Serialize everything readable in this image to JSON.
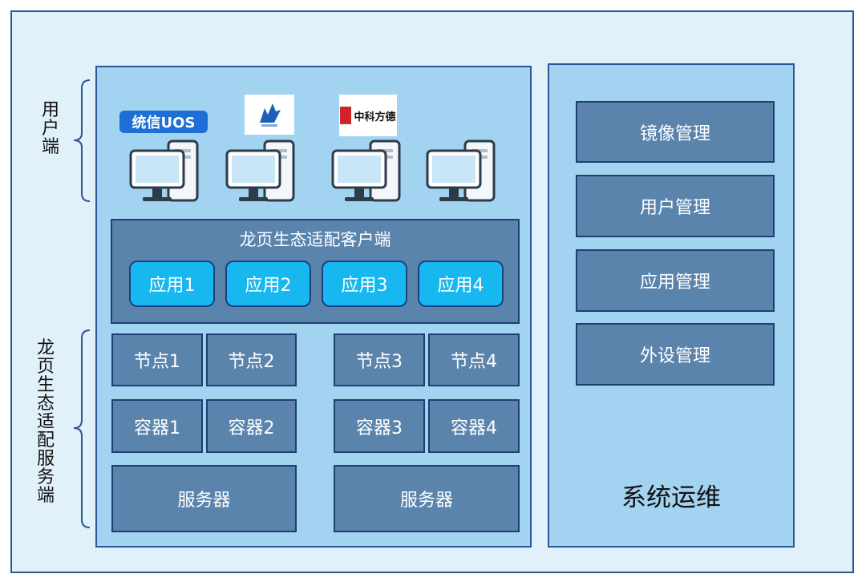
{
  "side_labels": {
    "user_side": "用户端",
    "server_side": "龙页生态适配服务端"
  },
  "logos": {
    "uos": "统信UOS",
    "zk": "中科方德"
  },
  "client": {
    "title": "龙页生态适配客户端",
    "apps": [
      "应用1",
      "应用2",
      "应用3",
      "应用4"
    ]
  },
  "nodes": [
    "节点1",
    "节点2",
    "节点3",
    "节点4"
  ],
  "containers": [
    "容器1",
    "容器2",
    "容器3",
    "容器4"
  ],
  "servers": [
    "服务器",
    "服务器"
  ],
  "ops": {
    "items": [
      "镜像管理",
      "用户管理",
      "应用管理",
      "外设管理"
    ],
    "label": "系统运维"
  },
  "colors": {
    "outer_bg": "#e0f1fa",
    "panel_bg": "#a2d3f1",
    "box_fill": "#5b84ad",
    "app_fill": "#17b8f0",
    "border": "#2e5597"
  },
  "icons": [
    "uos-logo",
    "kylin-logo",
    "zk-logo",
    "desktop-computer-icon"
  ]
}
